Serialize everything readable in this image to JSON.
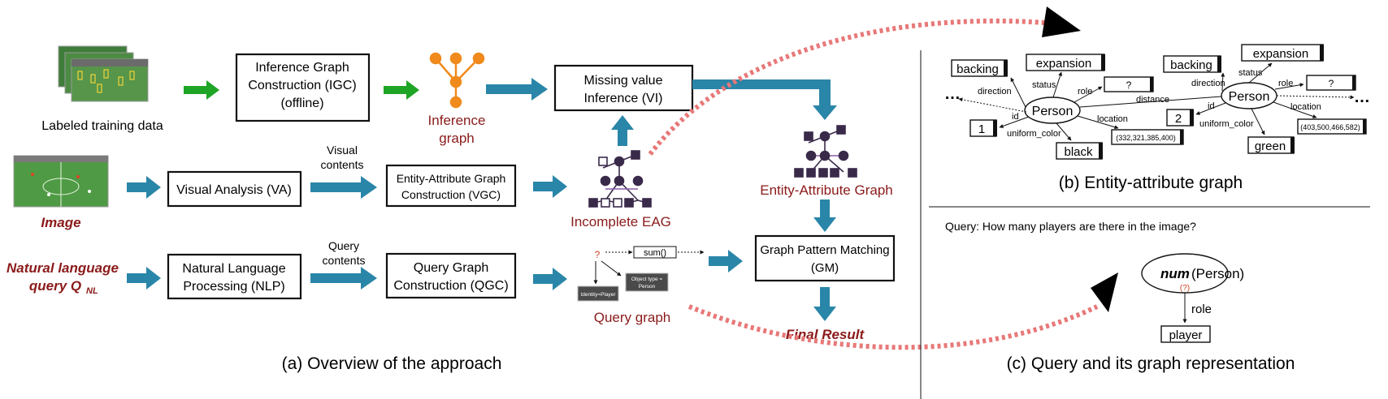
{
  "overview": {
    "caption": "(a) Overview of the approach",
    "labeled_training_data": "Labeled training data",
    "image_label": "Image",
    "nlq_label_line1": "Natural language",
    "nlq_label_line2": "query Q",
    "nlq_subscript": "NL",
    "igc_line1": "Inference Graph",
    "igc_line2": "Construction (IGC)",
    "igc_line3": "(offline)",
    "inference_graph_line1": "Inference",
    "inference_graph_line2": "graph",
    "vi_line1": "Missing value",
    "vi_line2": "Inference (VI)",
    "va": "Visual Analysis (VA)",
    "visual_contents_line1": "Visual",
    "visual_contents_line2": "contents",
    "vgc_line1": "Entity-Attribute Graph",
    "vgc_line2": "Construction (VGC)",
    "incomplete_eag": "Incomplete EAG",
    "eag": "Entity-Attribute Graph",
    "nlp_line1": "Natural Language",
    "nlp_line2": "Processing (NLP)",
    "query_contents_line1": "Query",
    "query_contents_line2": "contents",
    "qgc_line1": "Query Graph",
    "qgc_line2": "Construction (QGC)",
    "query_graph": "Query graph",
    "qg_question": "?",
    "qg_sum": "sum()",
    "qg_identity": "Identity=Player",
    "qg_objtype_line1": "Object type =",
    "qg_objtype_line2": "Person",
    "gm_line1": "Graph Pattern Matching",
    "gm_line2": "(GM)",
    "final_result": "Final Result"
  },
  "eag_panel": {
    "caption": "(b) Entity-attribute graph",
    "ellipsis": "…",
    "left": {
      "backing": "backing",
      "expansion": "expansion",
      "person": "Person",
      "question": "?",
      "one": "1",
      "black": "black",
      "location_val": "(332,321,385,400)",
      "direction": "direction",
      "status": "status",
      "role": "role",
      "id": "id",
      "uniform_color": "uniform_color",
      "location": "location"
    },
    "right": {
      "backing": "backing",
      "expansion": "expansion",
      "person": "Person",
      "question": "?",
      "two": "2",
      "green": "green",
      "location_val": "(403,500,466,582)",
      "direction": "direction",
      "status": "status",
      "role": "role",
      "id": "id",
      "uniform_color": "uniform_color",
      "location": "location"
    },
    "distance": "distance"
  },
  "query_panel": {
    "caption": "(c) Query and its graph representation",
    "query_text": "Query: How many players are there in the image?",
    "num": "num",
    "person": "(Person)",
    "question": "(?)",
    "role": "role",
    "player": "player"
  },
  "colors": {
    "blue_arrow": "#2a86a8",
    "green_arrow": "#1fa526",
    "red_text": "#8b1a1a",
    "orange_node": "#f08a1c",
    "graph_node": "#3a2a4a",
    "dashed_red": "#e87878"
  }
}
